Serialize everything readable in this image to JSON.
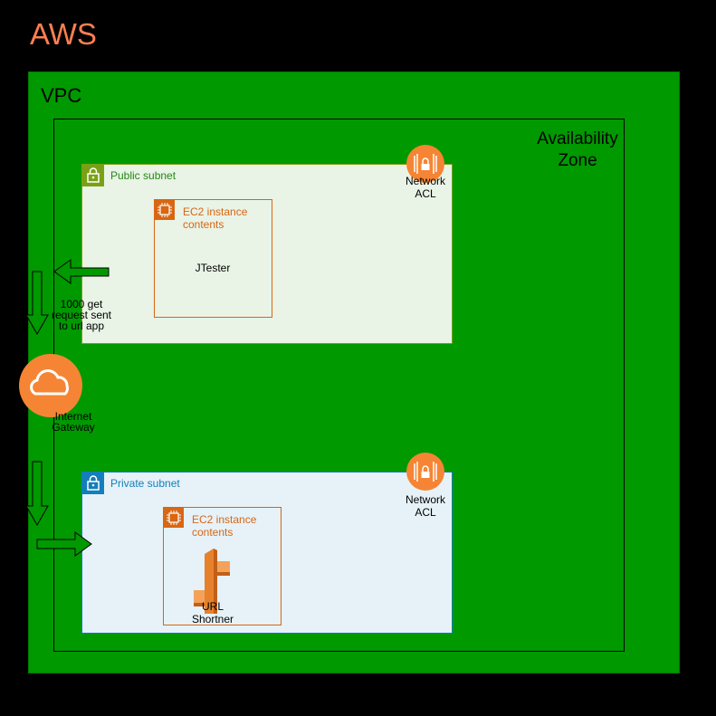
{
  "aws_title": "AWS",
  "vpc_label": "VPC",
  "az_label": "Availability Zone",
  "public_subnet": {
    "label": "Public subnet",
    "ec2_label": "EC2 instance contents",
    "app_label": "JTester",
    "acl_label": "Network ACL"
  },
  "private_subnet": {
    "label": "Private subnet",
    "ec2_label": "EC2 instance contents",
    "app_label": "URL Shortner",
    "acl_label": "Network ACL"
  },
  "internet_gateway_label": "Internet Gateway",
  "request_label": "1000 get request sent to url app",
  "colors": {
    "aws_orange": "#ff7f50",
    "vpc_green": "#009900",
    "public_subnet_border": "#7aa116",
    "private_subnet_border": "#147eba",
    "ec2_orange": "#d86613",
    "acl_orange": "#f58534"
  },
  "icons": {
    "subnet": "lock-icon",
    "ec2": "chip-icon",
    "acl": "network-acl-icon",
    "gateway": "cloud-icon",
    "app": "elastic-beanstalk-icon"
  }
}
